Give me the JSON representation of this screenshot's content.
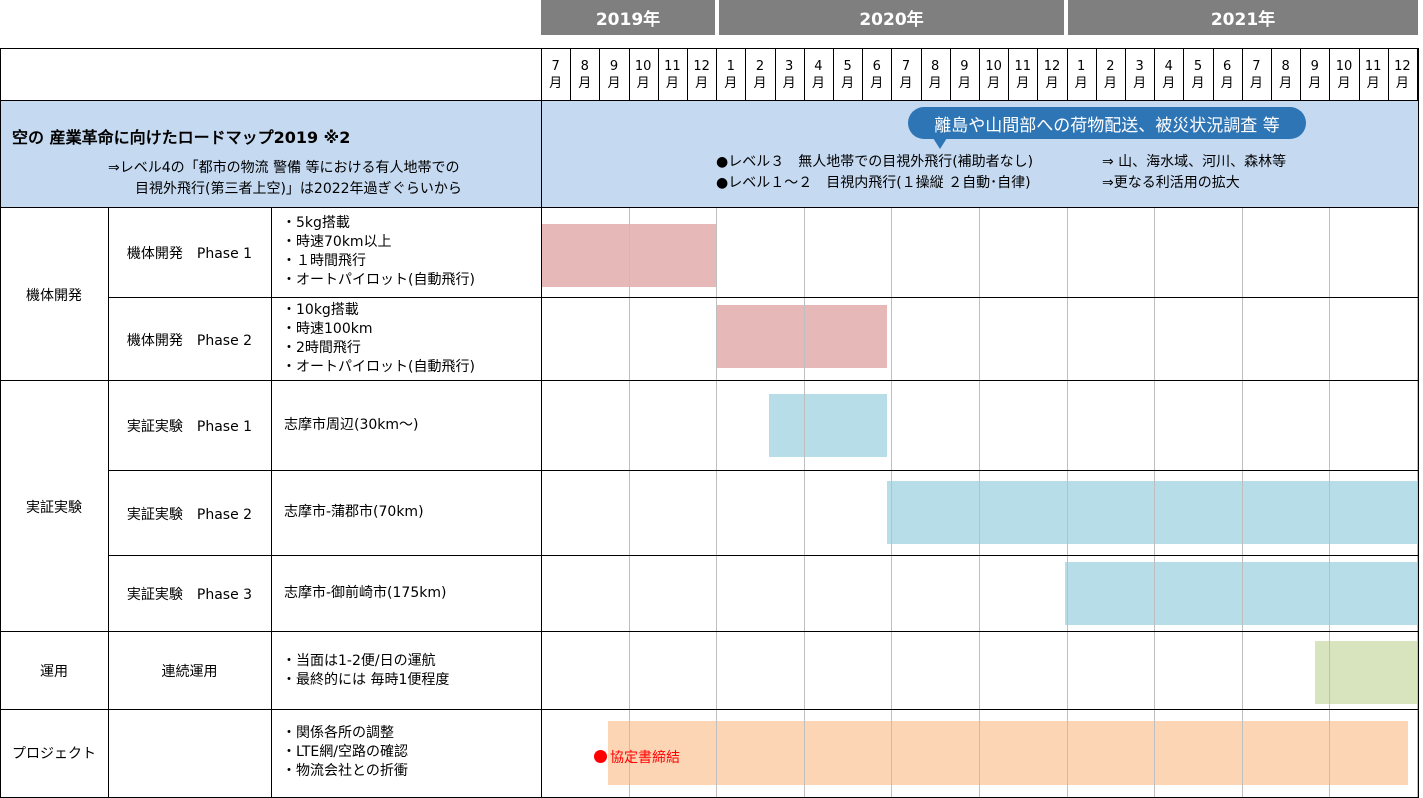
{
  "years": [
    {
      "label": "2019年"
    },
    {
      "label": "2020年"
    },
    {
      "label": "2021年"
    }
  ],
  "months": [
    "7",
    "8",
    "9",
    "10",
    "11",
    "12",
    "1",
    "2",
    "3",
    "4",
    "5",
    "6",
    "7",
    "8",
    "9",
    "10",
    "11",
    "12",
    "1",
    "2",
    "3",
    "4",
    "5",
    "6",
    "7",
    "8",
    "9",
    "10",
    "11",
    "12"
  ],
  "month_suffix": "月",
  "banner": {
    "title": "空の 産業革命に向けたロードマップ2019 ※2",
    "note_line1": "⇒レベル4の「都市の物流 警備 等における有人地帯での",
    "note_line2": "目視外飛行(第三者上空)」は2022年過ぎぐらいから",
    "callout": "離島や山間部への荷物配送、被災状況調査 等",
    "level3": "●レベル３　無人地帯での目視外飛行(補助者なし)",
    "level3_arrow": "⇒ 山、海水域、河川、森林等",
    "level12": "●レベル１～２　目視内飛行(１操縦 ２自動･自律)",
    "level12_arrow": "⇒更なる利活用の拡大"
  },
  "categories": {
    "kitai": "機体開発",
    "jissho": "実証実験",
    "unyo": "運用",
    "project": "プロジェクト"
  },
  "rows": [
    {
      "task": "機体開発　Phase 1",
      "desc": [
        "・5kg搭載",
        "・時速70km以上",
        "・１時間飛行",
        "・オートパイロット(自動飛行)"
      ]
    },
    {
      "task": "機体開発　Phase 2",
      "desc": [
        "・10kg搭載",
        "・時速100km",
        "・2時間飛行",
        "・オートパイロット(自動飛行)"
      ]
    },
    {
      "task": "実証実験　Phase 1",
      "desc": [
        "志摩市周辺(30km～)"
      ]
    },
    {
      "task": "実証実験　Phase 2",
      "desc": [
        "志摩市-蒲郡市(70km)"
      ]
    },
    {
      "task": "実証実験　Phase 3",
      "desc": [
        "志摩市-御前崎市(175km)"
      ]
    },
    {
      "task": "連続運用",
      "desc": [
        "・当面は1-2便/日の運航",
        "・最終的には 毎時1便程度"
      ]
    },
    {
      "task": "",
      "desc": [
        "・関係各所の調整",
        "・LTE網/空路の確認",
        "・物流会社との折衝"
      ]
    }
  ],
  "milestone": {
    "label": "協定書締結",
    "color": "#ff0000"
  },
  "colors": {
    "year_bg": "#7f7f7f",
    "banner_bg": "#c5d9f1",
    "dev_bar": "#e6b9b8",
    "test_bar": "#b7dde8",
    "ops_bar": "#d7e4bd",
    "project_bar": "#fcd5b5",
    "callout_bg": "#2e75b6"
  },
  "bars": [
    {
      "row": 0,
      "start": 0,
      "end": 6,
      "color": "dev_bar"
    },
    {
      "row": 1,
      "start": 6,
      "end": 11.85,
      "color": "dev_bar"
    },
    {
      "row": 2,
      "start": 7.8,
      "end": 11.85,
      "color": "test_bar"
    },
    {
      "row": 3,
      "start": 11.85,
      "end": 30,
      "color": "test_bar"
    },
    {
      "row": 4,
      "start": 17.95,
      "end": 30,
      "color": "test_bar"
    },
    {
      "row": 5,
      "start": 26.5,
      "end": 30,
      "color": "ops_bar"
    },
    {
      "row": 6,
      "start": 2.3,
      "end": 29.7,
      "color": "project_bar"
    }
  ]
}
